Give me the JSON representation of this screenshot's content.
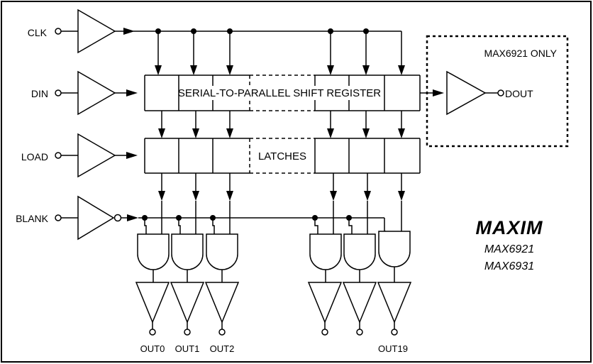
{
  "inputs": {
    "clk": "CLK",
    "din": "DIN",
    "load": "LOAD",
    "blank": "BLANK"
  },
  "blocks": {
    "shift_register": "SERIAL-TO-PARALLEL SHIFT REGISTER",
    "latches": "LATCHES"
  },
  "dout_section": {
    "label": "MAX6921 ONLY",
    "output": "DOUT"
  },
  "outputs": [
    "OUT0",
    "OUT1",
    "OUT2",
    "OUT19"
  ],
  "brand": {
    "logo": "MAXIM",
    "parts": [
      "MAX6921",
      "MAX6931"
    ]
  }
}
